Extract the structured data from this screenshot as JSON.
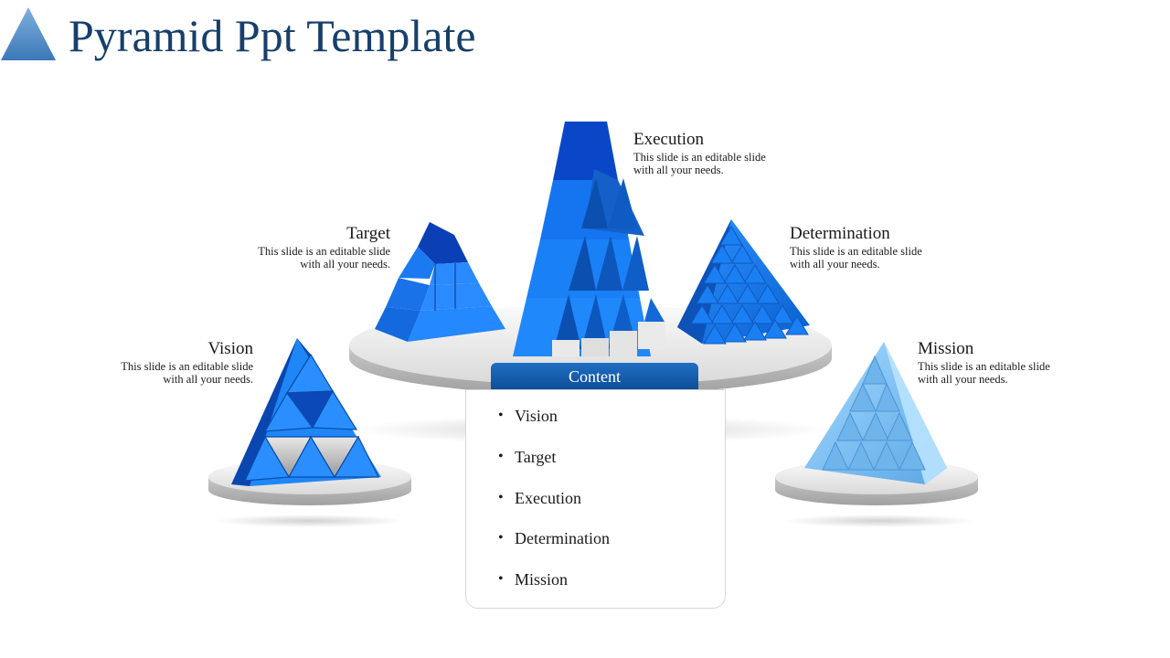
{
  "slide": {
    "title": "Pyramid Ppt Template"
  },
  "content_panel": {
    "heading": "Content",
    "items": [
      "Vision",
      "Target",
      "Execution",
      "Determination",
      "Mission"
    ]
  },
  "callouts": {
    "execution": {
      "title": "Execution",
      "description": "This slide is an editable slide with all your needs."
    },
    "target": {
      "title": "Target",
      "description": "This slide is an editable slide with all your needs."
    },
    "determination": {
      "title": "Determination",
      "description": "This slide is an editable slide with all your needs."
    },
    "vision": {
      "title": "Vision",
      "description": "This slide is an editable slide with all your needs."
    },
    "mission": {
      "title": "Mission",
      "description": "This slide is an editable slide with all your needs."
    }
  },
  "colors": {
    "title": "#173f6b",
    "primary_blue": "#1a7be8",
    "dark_blue": "#0a44b0",
    "light_blue": "#8fcaf5",
    "header_bar": "#1663b8"
  }
}
